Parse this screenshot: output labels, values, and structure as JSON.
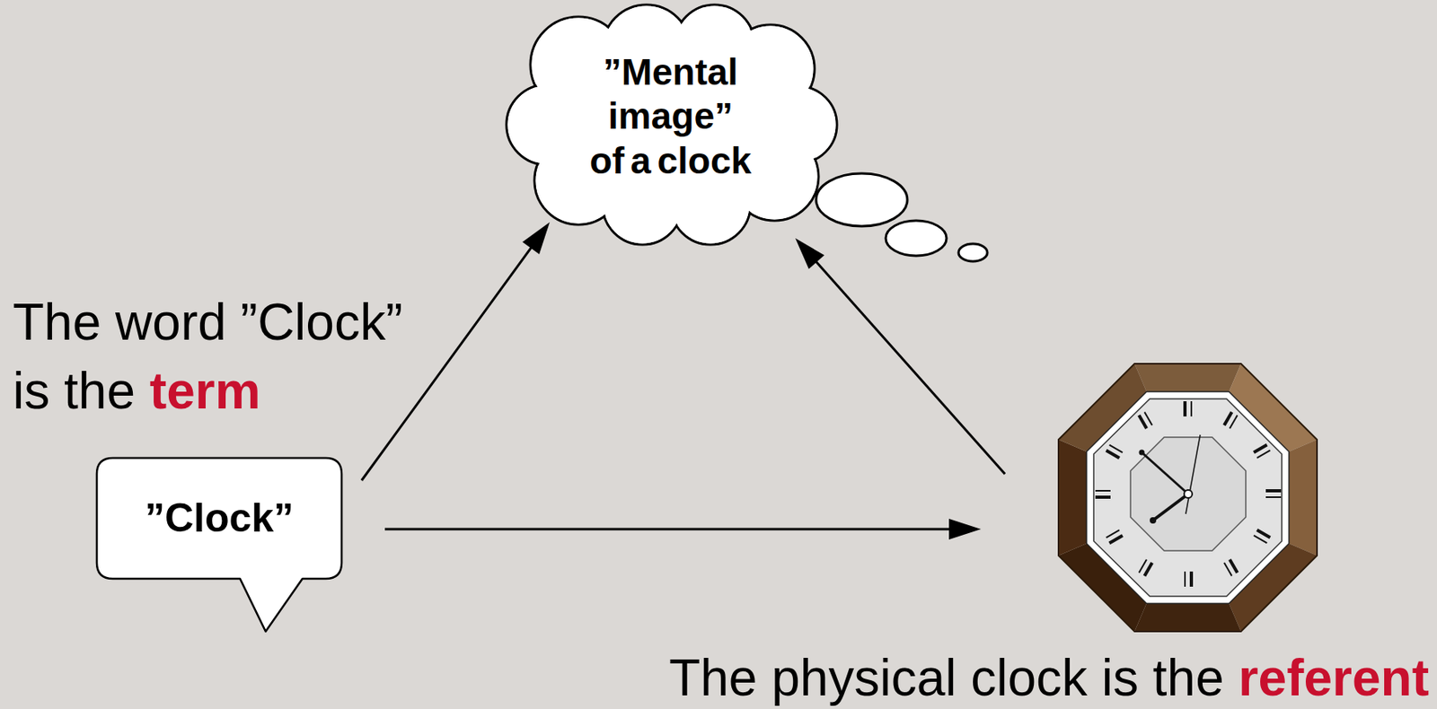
{
  "diagram": {
    "nodes": [
      {
        "text": [
          "”Mental image” of a clock"
        ]
      },
      {
        "text": [
          "”Clock”"
        ]
      },
      {
        "text": [
          "The physical clock is the",
          "referent"
        ]
      }
    ],
    "edges": [
      {
        "from": 1,
        "to": 0,
        "arrow": "to"
      },
      {
        "from": 1,
        "to": 2,
        "arrow": "to"
      },
      {
        "from": 2,
        "to": 0,
        "arrow": "to"
      }
    ],
    "labels": [
      "The word ”Clock” is the",
      "term"
    ]
  }
}
